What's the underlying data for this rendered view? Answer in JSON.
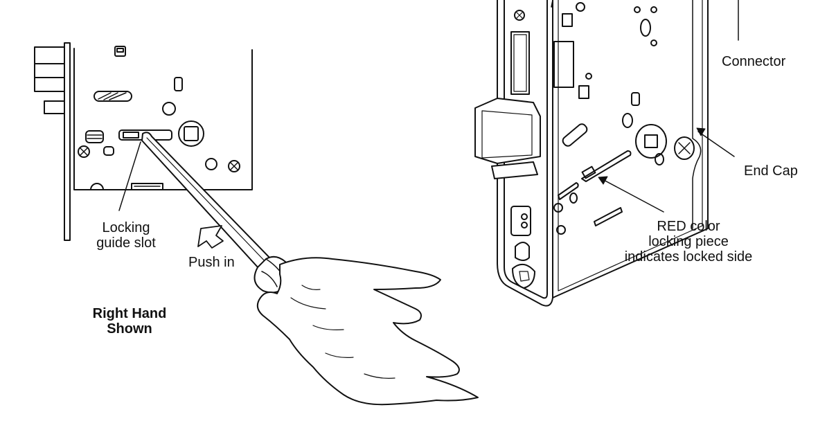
{
  "labels": {
    "connector": "Connector",
    "end_cap": "End Cap",
    "locking_guide_slot_line1": "Locking",
    "locking_guide_slot_line2": "guide slot",
    "push_in": "Push in",
    "red_line1": "RED color",
    "red_line2": "locking piece",
    "red_line3": "indicates locked side",
    "hand_line1": "Right Hand",
    "hand_line2": "Shown"
  }
}
